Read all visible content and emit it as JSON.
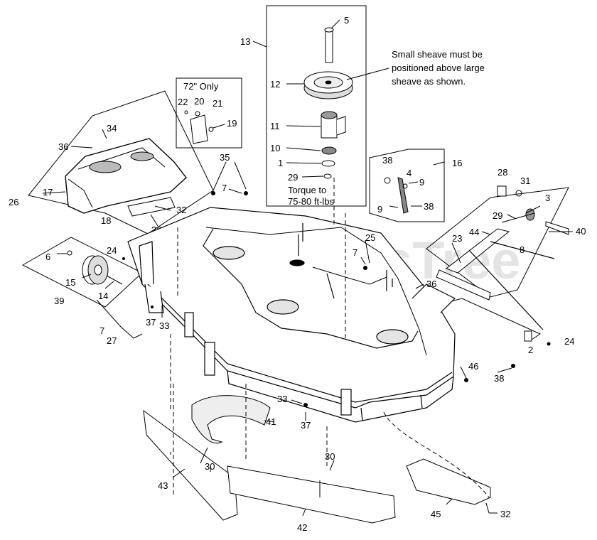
{
  "diagram": {
    "box_label": "72\" Only",
    "note_sheave": [
      "Small sheave must be",
      "positioned above large",
      "sheave as shown."
    ],
    "note_torque": [
      "Torque to",
      "75-80 ft-lbs"
    ],
    "watermark": "PartsTree",
    "watermark_mark": "™"
  },
  "callouts": {
    "c13": "13",
    "c5": "5",
    "c12": "12",
    "c11": "11",
    "c10": "10",
    "c1": "1",
    "c29a": "29",
    "c22": "22",
    "c20": "20",
    "c21": "21",
    "c19": "19",
    "c34": "34",
    "c36a": "36",
    "c17": "17",
    "c26": "26",
    "c18": "18",
    "c32a": "32",
    "c36b": "36",
    "c35": "35",
    "c7a": "7",
    "c6": "6",
    "c24a": "24",
    "c15": "15",
    "c14": "14",
    "c39": "39",
    "c37a": "37",
    "c33a": "33",
    "c7b": "7",
    "c27": "27",
    "c38a": "38",
    "c4": "4",
    "c9a": "9",
    "c9b": "9",
    "c38b": "38",
    "c16": "16",
    "c28": "28",
    "c31": "31",
    "c3": "3",
    "c29b": "29",
    "c40": "40",
    "c23": "23",
    "c44": "44",
    "c8": "8",
    "c7c": "7",
    "c25": "25",
    "c36c": "36",
    "c2": "2",
    "c24b": "24",
    "c46": "46",
    "c38c": "38",
    "c33b": "33",
    "c37b": "37",
    "c41": "41",
    "c30a": "30",
    "c43": "43",
    "c30b": "30",
    "c42": "42",
    "c45": "45",
    "c32b": "32"
  }
}
